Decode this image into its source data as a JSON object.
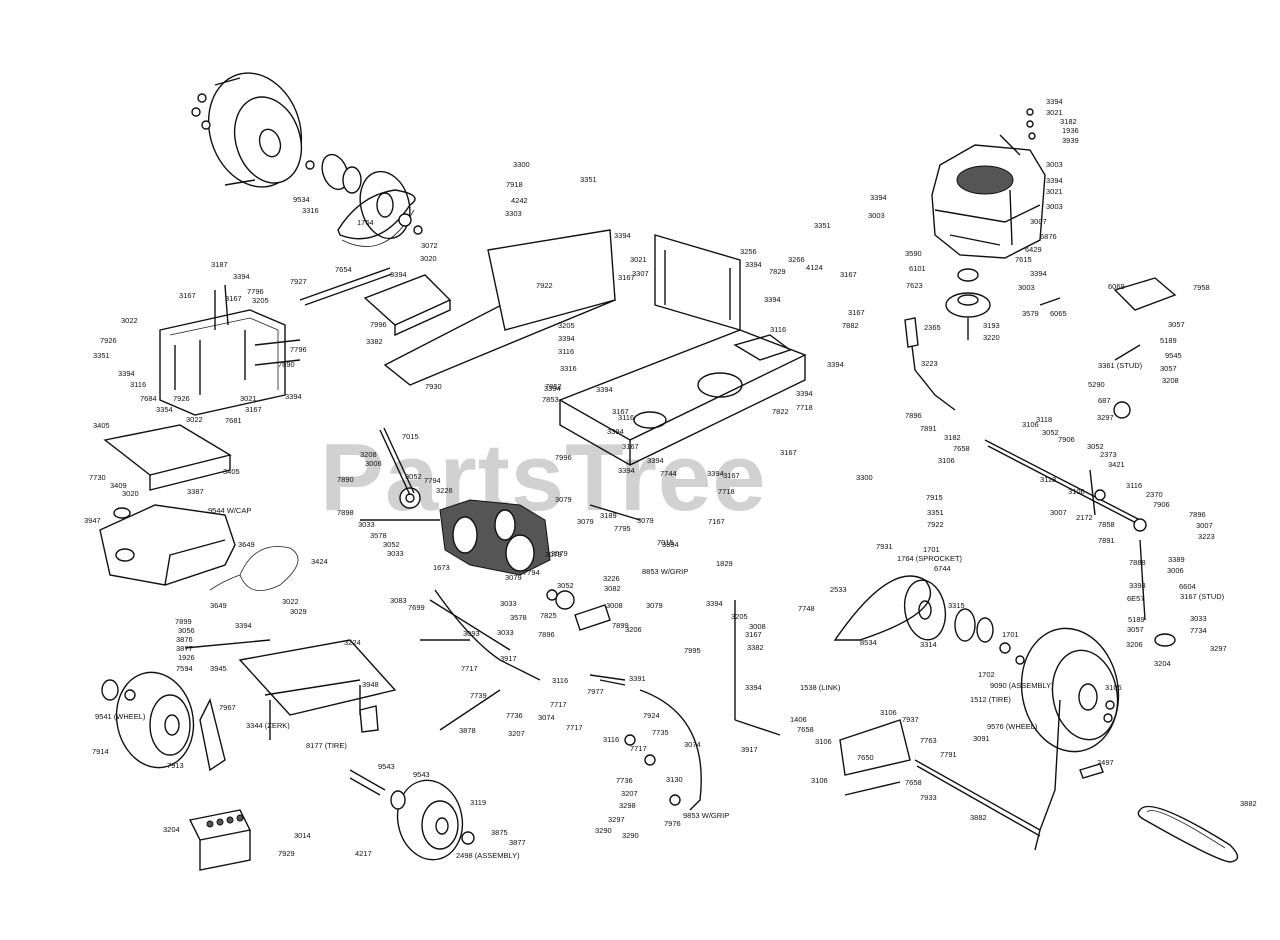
{
  "watermark": "PartsTree",
  "labels": [
    "3394",
    "3021",
    "3182",
    "1936",
    "3939",
    "3003",
    "3394",
    "3021",
    "3003",
    "3394",
    "3003",
    "3007",
    "6876",
    "6429",
    "3590",
    "6101",
    "7615",
    "7623",
    "3394",
    "3003",
    "3579",
    "6065",
    "3193",
    "3220",
    "3300",
    "7918",
    "4242",
    "3303",
    "3351",
    "3394",
    "3167",
    "7922",
    "7996",
    "3382",
    "7930",
    "3021",
    "3307",
    "3256",
    "3351",
    "3266",
    "4124",
    "3167",
    "3394",
    "7829",
    "3394",
    "3167",
    "7882",
    "3116",
    "3394",
    "3205",
    "3394",
    "3116",
    "7853",
    "3316",
    "7852",
    "3394",
    "3394",
    "7718",
    "3394",
    "3167",
    "3116",
    "7822",
    "7996",
    "3394",
    "3394",
    "3167",
    "3167",
    "3394",
    "7744",
    "3394",
    "7718",
    "3167",
    "3187",
    "3394",
    "7796",
    "3205",
    "7927",
    "7654",
    "3394",
    "3072",
    "3020",
    "3167",
    "3167",
    "3022",
    "7926",
    "3351",
    "3394",
    "3116",
    "7684",
    "7926",
    "3354",
    "3022",
    "7681",
    "3021",
    "3167",
    "3394",
    "7690",
    "7796",
    "9534",
    "3316",
    "1764",
    "3405",
    "3405",
    "7730",
    "3409",
    "3020",
    "3387",
    "3947",
    "9544 W/CAP",
    "3649",
    "3424",
    "3649",
    "7015",
    "3208",
    "3006",
    "7890",
    "7898",
    "3052",
    "7794",
    "3226",
    "3033",
    "3578",
    "3052",
    "3033",
    "3079",
    "3079",
    "3079",
    "1673",
    "3079",
    "3079",
    "7794",
    "3052",
    "3226",
    "3082",
    "3033",
    "3578",
    "3033",
    "7896",
    "3008",
    "7899",
    "3206",
    "3079",
    "3079",
    "7795",
    "3189",
    "3394",
    "7015",
    "8853 W/GRIP",
    "3083",
    "7699",
    "3093",
    "7717",
    "3917",
    "7825",
    "3116",
    "7977",
    "7739",
    "7717",
    "3074",
    "7736",
    "3207",
    "3878",
    "7717",
    "7924",
    "7735",
    "3116",
    "7717",
    "3074",
    "7736",
    "3207",
    "3298",
    "3297",
    "3290",
    "3130",
    "3290",
    "7976",
    "9853 W/GRIP",
    "3917",
    "3391",
    "3022",
    "3029",
    "3394",
    "3224",
    "7899",
    "3056",
    "3876",
    "3877",
    "1926",
    "7594",
    "3945",
    "7967",
    "3344 (ZERK)",
    "3948",
    "8177 (TIRE)",
    "9541 (WHEEL)",
    "7914",
    "7913",
    "9543",
    "9543",
    "3119",
    "3875",
    "3877",
    "2498 (ASSEMBLY)",
    "4217",
    "3204",
    "3014",
    "7929",
    "3300",
    "7915",
    "3351",
    "7922",
    "7167",
    "1829",
    "7931",
    "1701",
    "1764 (SPROCKET)",
    "6744",
    "2533",
    "7748",
    "3394",
    "3205",
    "3008",
    "3167",
    "3382",
    "7995",
    "3394",
    "1538 (LINK)",
    "8534",
    "3315",
    "3314",
    "1701",
    "1702",
    "9090 (ASSEMBLY)",
    "1512 (TIRE)",
    "9576 (WHEEL)",
    "3091",
    "3106",
    "1406",
    "7658",
    "3106",
    "3106",
    "7937",
    "7650",
    "7763",
    "7791",
    "3106",
    "7658",
    "7933",
    "3882",
    "2497",
    "3882",
    "2365",
    "3223",
    "7896",
    "7891",
    "3182",
    "3106",
    "3118",
    "3052",
    "7906",
    "7658",
    "3106",
    "3052",
    "2373",
    "3118",
    "3421",
    "3106",
    "3116",
    "3007",
    "2370",
    "2172",
    "7858",
    "7906",
    "7896",
    "3007",
    "7891",
    "3223",
    "7888",
    "3389",
    "3006",
    "3393",
    "6E57",
    "3167 (STUD)",
    "3033",
    "5189",
    "3057",
    "7734",
    "3206",
    "3297",
    "3204",
    "6604",
    "7958",
    "3057",
    "5189",
    "9545",
    "3361 (STUD)",
    "5290",
    "3057",
    "3208",
    "687",
    "3297",
    "6069"
  ]
}
